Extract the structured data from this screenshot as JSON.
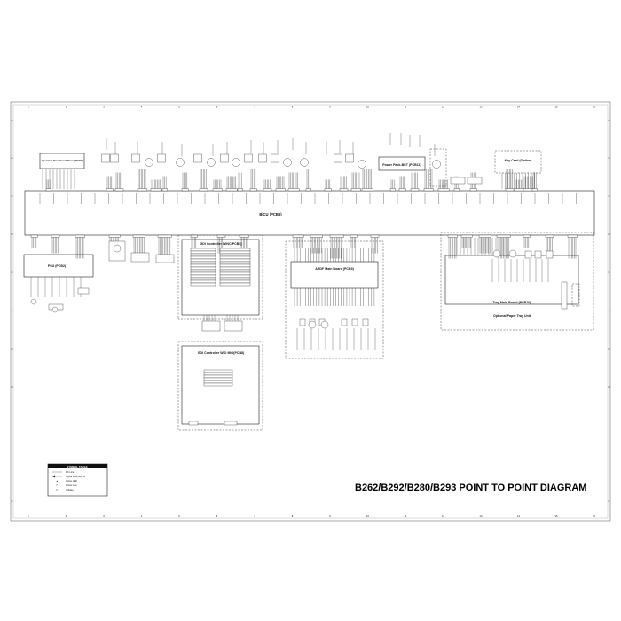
{
  "title": "B262/B292/B280/B293 POINT TO POINT DIAGRAM",
  "grid": {
    "columns": [
      "1",
      "2",
      "3",
      "4",
      "5",
      "6",
      "7",
      "8",
      "9",
      "10",
      "11",
      "12",
      "13",
      "14",
      "15",
      "16"
    ],
    "rows": [
      "A",
      "B",
      "C",
      "D",
      "E",
      "F",
      "G",
      "H",
      "I",
      "J",
      "K"
    ]
  },
  "blocks": {
    "operation_panel": "Operation Panel Board(Basic) (PCB1)",
    "power_pack": "Power Pack-BCT (PCB11)",
    "key_card": "Key Card (Option)",
    "bicu": "BiCU (PCB6)",
    "psu": "PSU (PCB2)",
    "gdi_winc": "GDI Controller WINC(PCB5)",
    "gdi_wio": "GDI Controller WIO MIO(PCB8)",
    "arbf": "ARDF Main Board (PCB9)",
    "tray_main": "Tray Main Board (PCB10)",
    "optional_tray": "Optional Paper Tray Unit"
  },
  "symbol_table": {
    "header": "SYMBOL TABLE",
    "rows": [
      "DC Line",
      "Signal Direction etc",
      "Active High",
      "Active Low",
      "Voltage"
    ]
  }
}
